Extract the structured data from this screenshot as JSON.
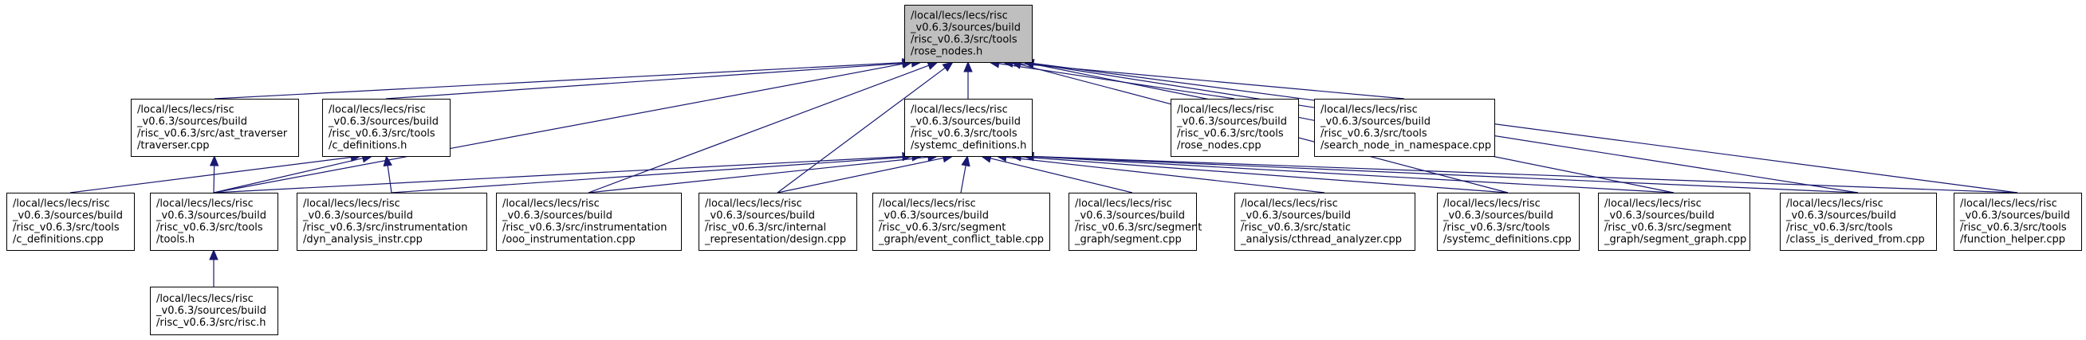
{
  "colors": {
    "edge": "#191970",
    "root_fill": "#bfbfbf",
    "node_fill": "#ffffff",
    "node_border": "#000000"
  },
  "nodes": [
    {
      "id": "rose_nodes_h",
      "root": true,
      "lines": [
        "/local/lecs/lecs/risc",
        "_v0.6.3/sources/build",
        "/risc_v0.6.3/src/tools",
        "/rose_nodes.h"
      ]
    },
    {
      "id": "traverser_cpp",
      "lines": [
        "/local/lecs/lecs/risc",
        "_v0.6.3/sources/build",
        "/risc_v0.6.3/src/ast_traverser",
        "/traverser.cpp"
      ]
    },
    {
      "id": "c_definitions_h",
      "lines": [
        "/local/lecs/lecs/risc",
        "_v0.6.3/sources/build",
        "/risc_v0.6.3/src/tools",
        "/c_definitions.h"
      ]
    },
    {
      "id": "systemc_definitions_h",
      "lines": [
        "/local/lecs/lecs/risc",
        "_v0.6.3/sources/build",
        "/risc_v0.6.3/src/tools",
        "/systemc_definitions.h"
      ]
    },
    {
      "id": "rose_nodes_cpp",
      "lines": [
        "/local/lecs/lecs/risc",
        "_v0.6.3/sources/build",
        "/risc_v0.6.3/src/tools",
        "/rose_nodes.cpp"
      ]
    },
    {
      "id": "search_node_cpp",
      "lines": [
        "/local/lecs/lecs/risc",
        "_v0.6.3/sources/build",
        "/risc_v0.6.3/src/tools",
        "/search_node_in_namespace.cpp"
      ]
    },
    {
      "id": "c_definitions_cpp",
      "lines": [
        "/local/lecs/lecs/risc",
        "_v0.6.3/sources/build",
        "/risc_v0.6.3/src/tools",
        "/c_definitions.cpp"
      ]
    },
    {
      "id": "tools_h",
      "lines": [
        "/local/lecs/lecs/risc",
        "_v0.6.3/sources/build",
        "/risc_v0.6.3/src/tools",
        "/tools.h"
      ]
    },
    {
      "id": "dyn_analysis_cpp",
      "lines": [
        "/local/lecs/lecs/risc",
        "_v0.6.3/sources/build",
        "/risc_v0.6.3/src/instrumentation",
        "/dyn_analysis_instr.cpp"
      ]
    },
    {
      "id": "ooo_instr_cpp",
      "lines": [
        "/local/lecs/lecs/risc",
        "_v0.6.3/sources/build",
        "/risc_v0.6.3/src/instrumentation",
        "/ooo_instrumentation.cpp"
      ]
    },
    {
      "id": "design_cpp",
      "lines": [
        "/local/lecs/lecs/risc",
        "_v0.6.3/sources/build",
        "/risc_v0.6.3/src/internal",
        "_representation/design.cpp"
      ]
    },
    {
      "id": "event_conflict_cpp",
      "lines": [
        "/local/lecs/lecs/risc",
        "_v0.6.3/sources/build",
        "/risc_v0.6.3/src/segment",
        "_graph/event_conflict_table.cpp"
      ]
    },
    {
      "id": "segment_cpp",
      "lines": [
        "/local/lecs/lecs/risc",
        "_v0.6.3/sources/build",
        "/risc_v0.6.3/src/segment",
        "_graph/segment.cpp"
      ]
    },
    {
      "id": "cthread_analyzer_cpp",
      "lines": [
        "/local/lecs/lecs/risc",
        "_v0.6.3/sources/build",
        "/risc_v0.6.3/src/static",
        "_analysis/cthread_analyzer.cpp"
      ]
    },
    {
      "id": "systemc_definitions_cpp",
      "lines": [
        "/local/lecs/lecs/risc",
        "_v0.6.3/sources/build",
        "/risc_v0.6.3/src/tools",
        "/systemc_definitions.cpp"
      ]
    },
    {
      "id": "segment_graph_cpp",
      "lines": [
        "/local/lecs/lecs/risc",
        "_v0.6.3/sources/build",
        "/risc_v0.6.3/src/segment",
        "_graph/segment_graph.cpp"
      ]
    },
    {
      "id": "class_is_derived_cpp",
      "lines": [
        "/local/lecs/lecs/risc",
        "_v0.6.3/sources/build",
        "/risc_v0.6.3/src/tools",
        "/class_is_derived_from.cpp"
      ]
    },
    {
      "id": "function_helper_cpp",
      "lines": [
        "/local/lecs/lecs/risc",
        "_v0.6.3/sources/build",
        "/risc_v0.6.3/src/tools",
        "/function_helper.cpp"
      ]
    },
    {
      "id": "risc_h",
      "lines": [
        "/local/lecs/lecs/risc",
        "_v0.6.3/sources/build",
        "/risc_v0.6.3/src/risc.h"
      ]
    }
  ],
  "edges": [
    {
      "from": "traverser_cpp",
      "to": "rose_nodes_h"
    },
    {
      "from": "c_definitions_h",
      "to": "rose_nodes_h"
    },
    {
      "from": "systemc_definitions_h",
      "to": "rose_nodes_h"
    },
    {
      "from": "rose_nodes_cpp",
      "to": "rose_nodes_h"
    },
    {
      "from": "search_node_cpp",
      "to": "rose_nodes_h"
    },
    {
      "from": "tools_h",
      "to": "rose_nodes_h"
    },
    {
      "from": "ooo_instr_cpp",
      "to": "rose_nodes_h"
    },
    {
      "from": "design_cpp",
      "to": "rose_nodes_h"
    },
    {
      "from": "systemc_definitions_cpp",
      "to": "rose_nodes_h"
    },
    {
      "from": "segment_graph_cpp",
      "to": "rose_nodes_h"
    },
    {
      "from": "class_is_derived_cpp",
      "to": "rose_nodes_h"
    },
    {
      "from": "function_helper_cpp",
      "to": "rose_nodes_h"
    },
    {
      "from": "tools_h",
      "to": "traverser_cpp"
    },
    {
      "from": "c_definitions_cpp",
      "to": "c_definitions_h"
    },
    {
      "from": "tools_h",
      "to": "c_definitions_h"
    },
    {
      "from": "dyn_analysis_cpp",
      "to": "c_definitions_h"
    },
    {
      "from": "tools_h",
      "to": "systemc_definitions_h"
    },
    {
      "from": "dyn_analysis_cpp",
      "to": "systemc_definitions_h"
    },
    {
      "from": "ooo_instr_cpp",
      "to": "systemc_definitions_h"
    },
    {
      "from": "design_cpp",
      "to": "systemc_definitions_h"
    },
    {
      "from": "event_conflict_cpp",
      "to": "systemc_definitions_h"
    },
    {
      "from": "segment_cpp",
      "to": "systemc_definitions_h"
    },
    {
      "from": "cthread_analyzer_cpp",
      "to": "systemc_definitions_h"
    },
    {
      "from": "systemc_definitions_cpp",
      "to": "systemc_definitions_h"
    },
    {
      "from": "segment_graph_cpp",
      "to": "systemc_definitions_h"
    },
    {
      "from": "class_is_derived_cpp",
      "to": "systemc_definitions_h"
    },
    {
      "from": "function_helper_cpp",
      "to": "systemc_definitions_h"
    },
    {
      "from": "risc_h",
      "to": "tools_h"
    }
  ]
}
